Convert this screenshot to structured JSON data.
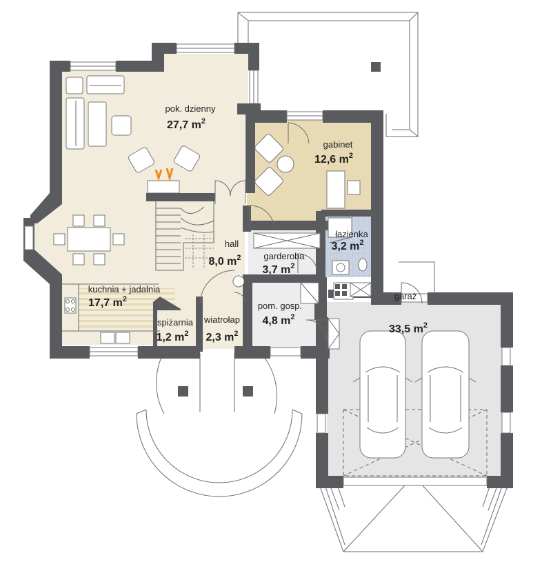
{
  "colors": {
    "living_floor": "#f1ecdc",
    "office_floor": "#e8dab5",
    "garage_floor": "#e5e5e5",
    "bathroom_floor": "#c9d3e3",
    "utility_floor": "#ededed",
    "wall": "#5a5b5e",
    "stripe": "#e6d8b0"
  },
  "rooms": {
    "living": {
      "name": "pok. dzienny",
      "area": "27,7 m",
      "sup": "2"
    },
    "office": {
      "name": "gabinet",
      "area": "12,6 m",
      "sup": "2"
    },
    "bathroom": {
      "name": "łazienka",
      "area": "3,2 m",
      "sup": "2"
    },
    "hall": {
      "name": "hall",
      "area": "8,0 m",
      "sup": "2"
    },
    "wardrobe": {
      "name": "garderoba",
      "area": "3,7 m",
      "sup": "2"
    },
    "kitchen": {
      "name": "kuchnia + jadalnia",
      "area": "17,7 m",
      "sup": "2"
    },
    "pantry": {
      "name": "spiżarnia",
      "area": "1,2 m",
      "sup": "2"
    },
    "vestibule": {
      "name": "wiatrołap",
      "area": "2,3 m",
      "sup": "2"
    },
    "utility": {
      "name": "pom. gosp.",
      "area": "4,8 m",
      "sup": "2"
    },
    "garage": {
      "name": "garaż",
      "area": "33,5 m",
      "sup": "2"
    }
  }
}
